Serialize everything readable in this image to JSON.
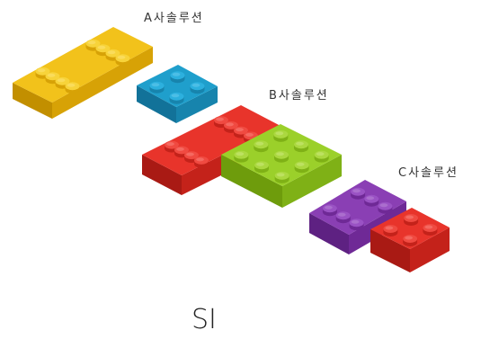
{
  "labels": {
    "a": "A사솔루션",
    "b": "B사솔루션",
    "c": "C사솔루션"
  },
  "footer": "SI",
  "bricks": [
    {
      "id": "yellow",
      "color": "#f2c21b",
      "side": "#d7a206",
      "front": "#c28f00",
      "stud": "#f7d33a",
      "studTop": "#fbe06a"
    },
    {
      "id": "blue",
      "color": "#1f9fcc",
      "side": "#1784ad",
      "front": "#127299",
      "stud": "#2cb0de",
      "studTop": "#5ac5ea"
    },
    {
      "id": "red-large",
      "color": "#e8342b",
      "side": "#c4221a",
      "front": "#a91a14",
      "stud": "#f04a41",
      "studTop": "#f6766f"
    },
    {
      "id": "green",
      "color": "#9bd02a",
      "side": "#7fb116",
      "front": "#6e9c0c",
      "stud": "#abd840",
      "studTop": "#c4e56f"
    },
    {
      "id": "purple",
      "color": "#8a3fb4",
      "side": "#6f2996",
      "front": "#5e2182",
      "stud": "#9a52c4",
      "studTop": "#b27ad3"
    },
    {
      "id": "red-small",
      "color": "#e8342b",
      "side": "#c4221a",
      "front": "#a91a14",
      "stud": "#f04a41",
      "studTop": "#f6766f"
    }
  ]
}
